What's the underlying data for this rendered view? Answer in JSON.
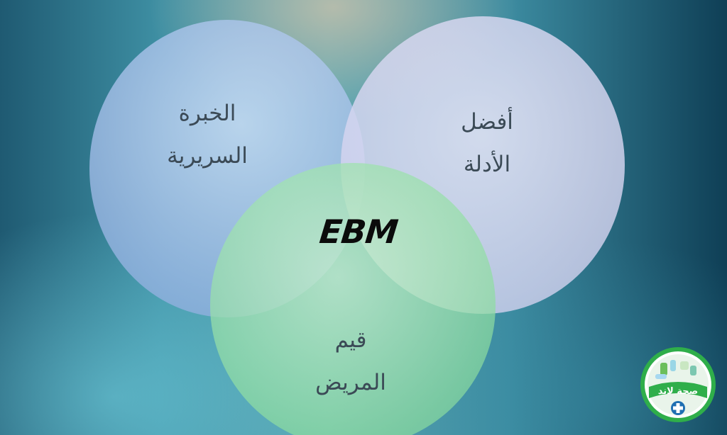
{
  "diagram": {
    "center_label": "EBM",
    "circles": [
      {
        "id": "clinical",
        "line1": "الخبرة",
        "line2": "السريرية",
        "color": "#a9c2ea"
      },
      {
        "id": "evidence",
        "line1": "أفضل",
        "line2": "الأدلة",
        "color": "#dcdcf2"
      },
      {
        "id": "patient",
        "line1": "قيم",
        "line2": "المريض",
        "color": "#9fe0b4"
      }
    ]
  },
  "logo": {
    "text": "صحة لاند",
    "icon": "medical-cross-icon",
    "accent": "#2fae4a"
  },
  "colors": {
    "background_left": "#1f5a72",
    "background_right": "#0f3f56",
    "text": "#3b4a56"
  }
}
